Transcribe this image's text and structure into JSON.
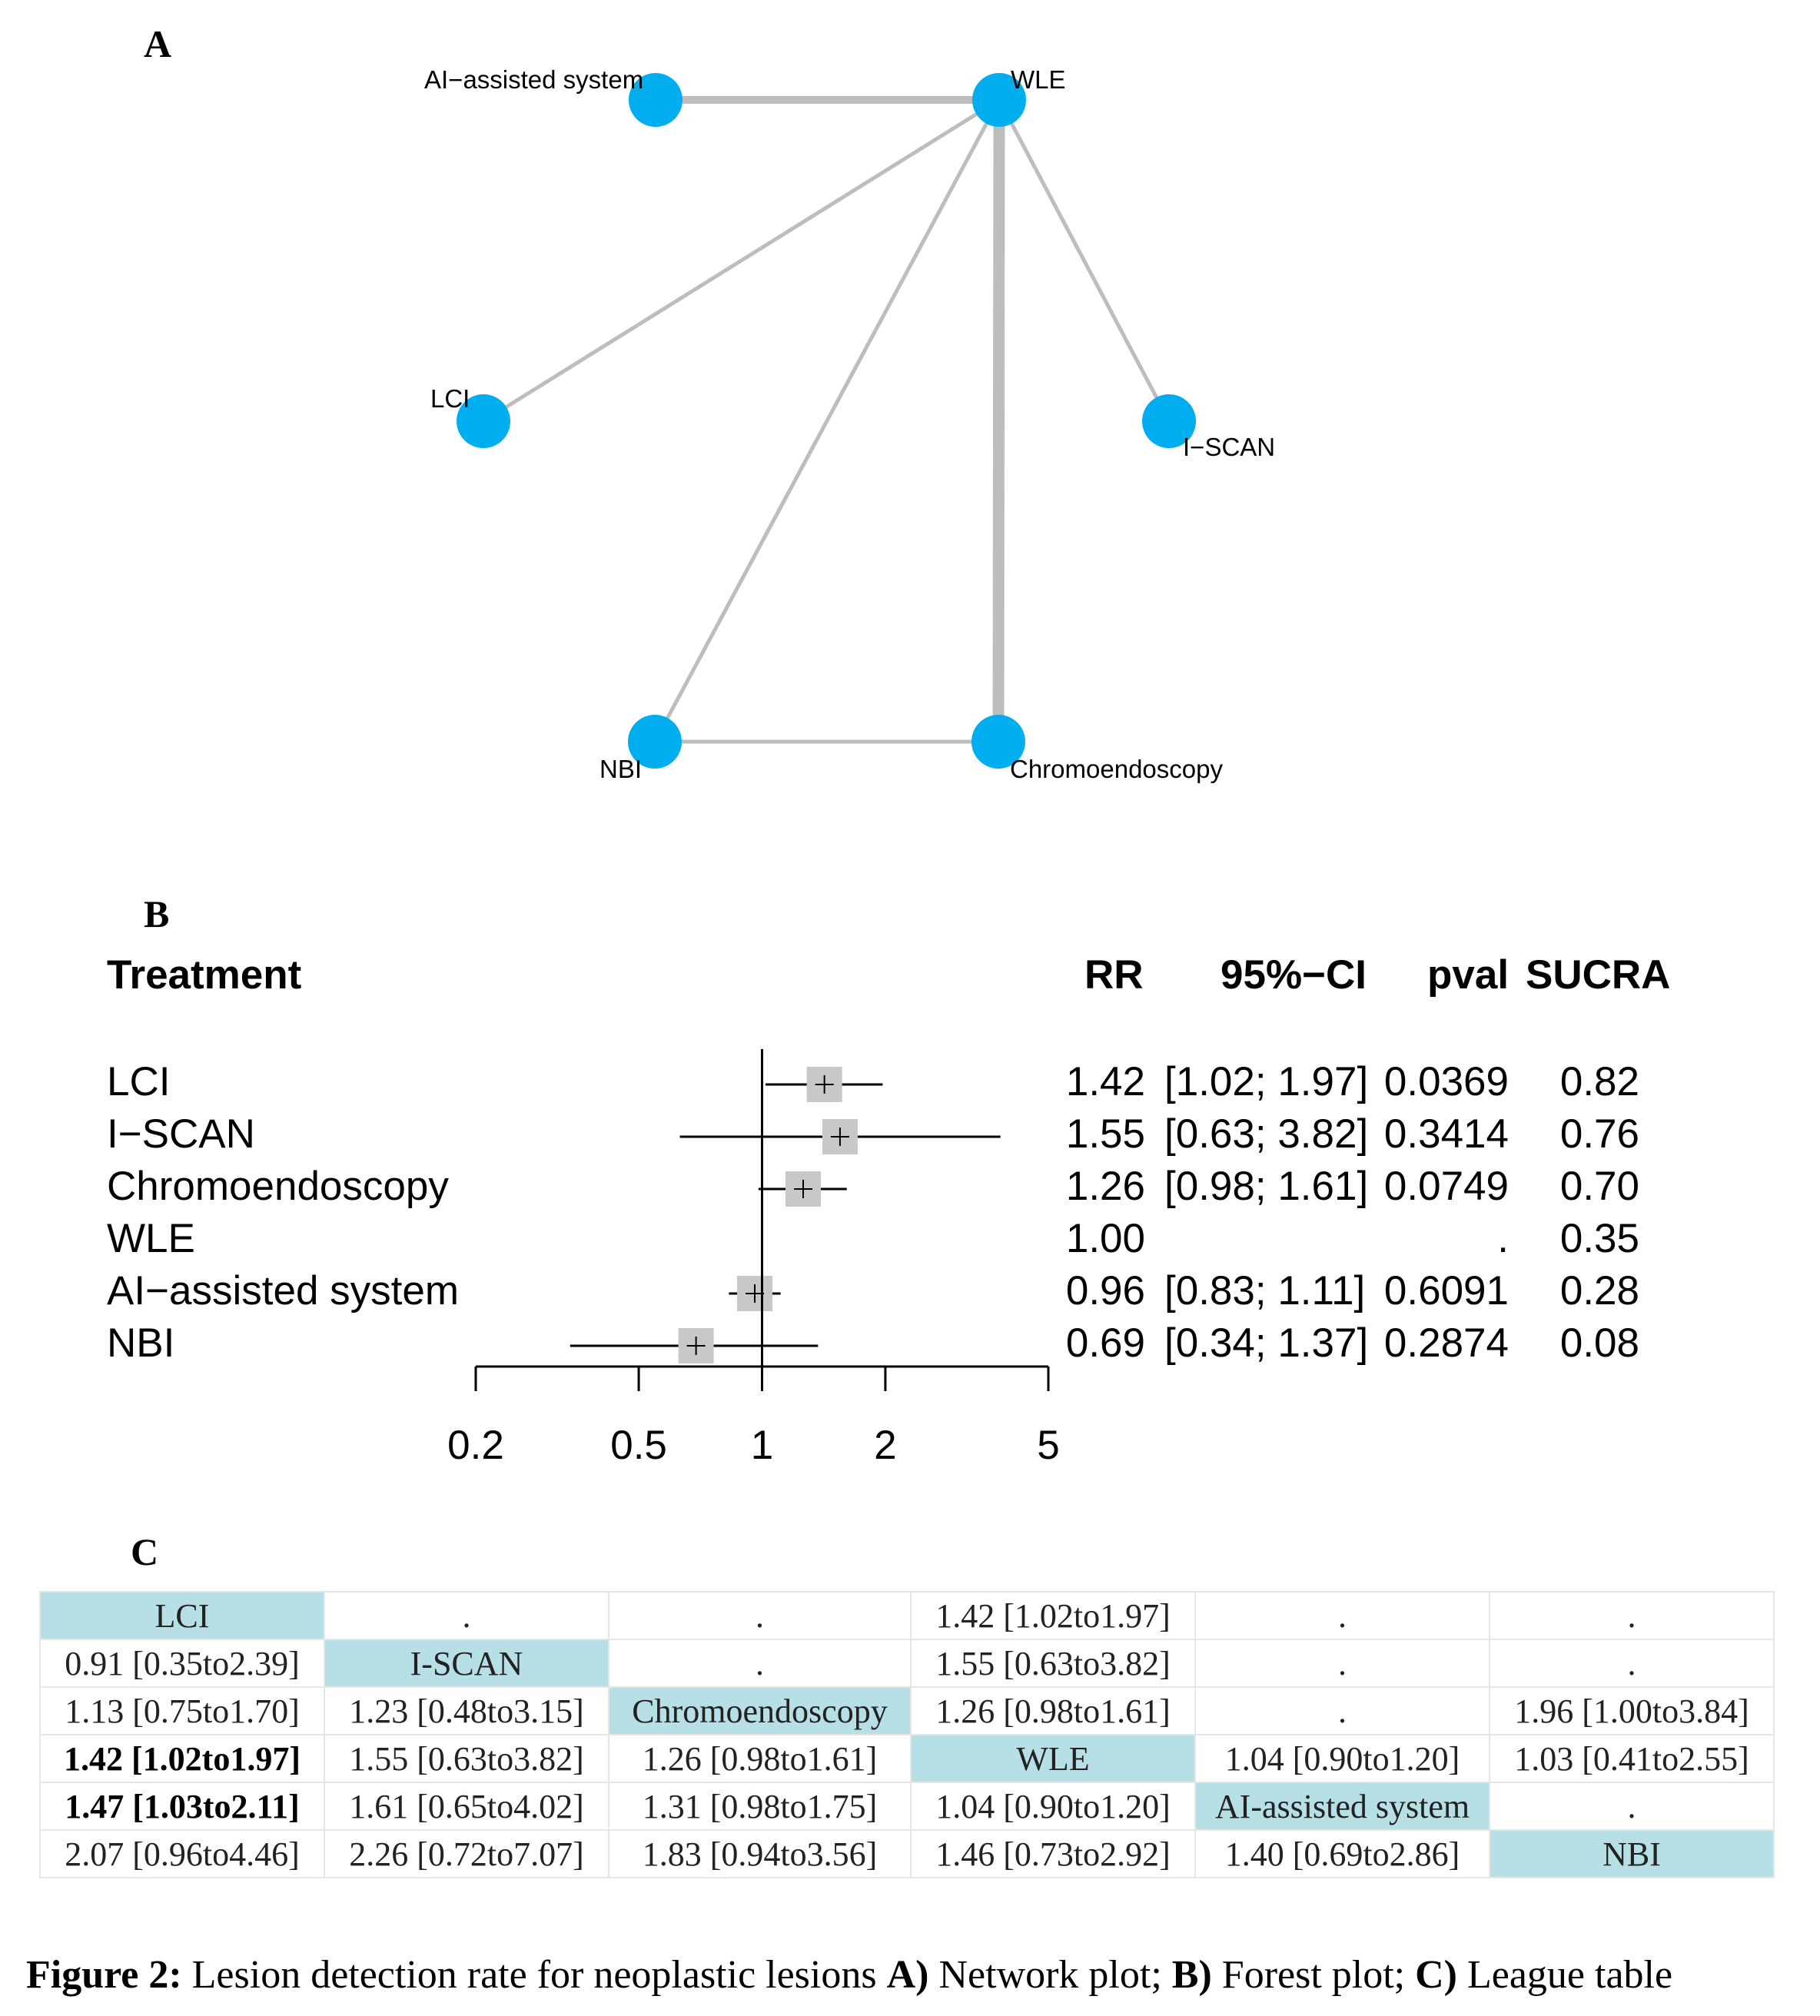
{
  "panels": {
    "a": "A",
    "b": "B",
    "c": "C"
  },
  "network": {
    "node_color": "#00aeef",
    "edge_color": "#bdbdbd",
    "nodes": [
      {
        "id": "ai",
        "label": "AI−assisted system"
      },
      {
        "id": "wle",
        "label": "WLE"
      },
      {
        "id": "lci",
        "label": "LCI"
      },
      {
        "id": "iscan",
        "label": "I−SCAN"
      },
      {
        "id": "nbi",
        "label": "NBI"
      },
      {
        "id": "chromo",
        "label": "Chromoendoscopy"
      }
    ],
    "edges": [
      {
        "from": "ai",
        "to": "wle",
        "weight": 2
      },
      {
        "from": "wle",
        "to": "lci",
        "weight": 1
      },
      {
        "from": "wle",
        "to": "iscan",
        "weight": 1
      },
      {
        "from": "wle",
        "to": "nbi",
        "weight": 1
      },
      {
        "from": "wle",
        "to": "chromo",
        "weight": 3
      },
      {
        "from": "nbi",
        "to": "chromo",
        "weight": 1
      }
    ]
  },
  "forest": {
    "headers": {
      "treatment": "Treatment",
      "rr": "RR",
      "ci": "95%−CI",
      "pval": "pval",
      "sucra": "SUCRA"
    },
    "rows": [
      {
        "treatment": "LCI",
        "rr": 1.42,
        "lo": 1.02,
        "hi": 1.97,
        "rr_text": "1.42",
        "ci_text": "[1.02; 1.97]",
        "pval": "0.0369",
        "sucra": "0.82"
      },
      {
        "treatment": "I−SCAN",
        "rr": 1.55,
        "lo": 0.63,
        "hi": 3.82,
        "rr_text": "1.55",
        "ci_text": "[0.63; 3.82]",
        "pval": "0.3414",
        "sucra": "0.76"
      },
      {
        "treatment": "Chromoendoscopy",
        "rr": 1.26,
        "lo": 0.98,
        "hi": 1.61,
        "rr_text": "1.26",
        "ci_text": "[0.98; 1.61]",
        "pval": "0.0749",
        "sucra": "0.70"
      },
      {
        "treatment": "WLE",
        "rr": 1.0,
        "lo": null,
        "hi": null,
        "rr_text": "1.00",
        "ci_text": "",
        "pval": ".",
        "sucra": "0.35"
      },
      {
        "treatment": "AI−assisted system",
        "rr": 0.96,
        "lo": 0.83,
        "hi": 1.11,
        "rr_text": "0.96",
        "ci_text": "[0.83; 1.11]",
        "pval": "0.6091",
        "sucra": "0.28"
      },
      {
        "treatment": "NBI",
        "rr": 0.69,
        "lo": 0.34,
        "hi": 1.37,
        "rr_text": "0.69",
        "ci_text": "[0.34; 1.37]",
        "pval": "0.2874",
        "sucra": "0.08"
      }
    ],
    "axis_ticks": [
      0.2,
      0.5,
      1,
      2,
      5
    ],
    "axis_tick_labels": [
      "0.2",
      "0.5",
      "1",
      "2",
      "5"
    ],
    "box_color": "#c8c8c8"
  },
  "chart_data": {
    "type": "scatter",
    "title": "",
    "xlabel": "",
    "ylabel": "",
    "x_scale": "log",
    "xlim": [
      0.2,
      5
    ],
    "categories": [
      "LCI",
      "I−SCAN",
      "Chromoendoscopy",
      "WLE",
      "AI−assisted system",
      "NBI"
    ],
    "series": [
      {
        "name": "RR",
        "values": [
          1.42,
          1.55,
          1.26,
          1.0,
          0.96,
          0.69
        ]
      },
      {
        "name": "95%−CI lower",
        "values": [
          1.02,
          0.63,
          0.98,
          null,
          0.83,
          0.34
        ]
      },
      {
        "name": "95%−CI upper",
        "values": [
          1.97,
          3.82,
          1.61,
          null,
          1.11,
          1.37
        ]
      }
    ],
    "pval": [
      "0.0369",
      "0.3414",
      "0.0749",
      ".",
      "0.6091",
      "0.2874"
    ],
    "SUCRA": [
      0.82,
      0.76,
      0.7,
      0.35,
      0.28,
      0.08
    ]
  },
  "league": {
    "diag_color": "#b7dfe6",
    "rows": [
      [
        {
          "t": "LCI",
          "d": true
        },
        {
          "t": "."
        },
        {
          "t": "."
        },
        {
          "t": "1.42 [1.02to1.97]"
        },
        {
          "t": "."
        },
        {
          "t": "."
        }
      ],
      [
        {
          "t": "0.91 [0.35to2.39]"
        },
        {
          "t": "I-SCAN",
          "d": true
        },
        {
          "t": "."
        },
        {
          "t": "1.55 [0.63to3.82]"
        },
        {
          "t": "."
        },
        {
          "t": "."
        }
      ],
      [
        {
          "t": "1.13 [0.75to1.70]"
        },
        {
          "t": "1.23 [0.48to3.15]"
        },
        {
          "t": "Chromoendoscopy",
          "d": true
        },
        {
          "t": "1.26 [0.98to1.61]"
        },
        {
          "t": "."
        },
        {
          "t": "1.96 [1.00to3.84]"
        }
      ],
      [
        {
          "t": "1.42 [1.02to1.97]",
          "b": true
        },
        {
          "t": "1.55 [0.63to3.82]"
        },
        {
          "t": "1.26 [0.98to1.61]"
        },
        {
          "t": "WLE",
          "d": true
        },
        {
          "t": "1.04 [0.90to1.20]"
        },
        {
          "t": "1.03 [0.41to2.55]"
        }
      ],
      [
        {
          "t": "1.47 [1.03to2.11]",
          "b": true
        },
        {
          "t": "1.61 [0.65to4.02]"
        },
        {
          "t": "1.31 [0.98to1.75]"
        },
        {
          "t": "1.04 [0.90to1.20]"
        },
        {
          "t": "AI-assisted system",
          "d": true
        },
        {
          "t": "."
        }
      ],
      [
        {
          "t": "2.07 [0.96to4.46]"
        },
        {
          "t": "2.26 [0.72to7.07]"
        },
        {
          "t": "1.83 [0.94to3.56]"
        },
        {
          "t": "1.46 [0.73to2.92]"
        },
        {
          "t": "1.40 [0.69to2.86]"
        },
        {
          "t": "NBI",
          "d": true
        }
      ]
    ]
  },
  "caption": {
    "fig": "Figure 2:",
    "text1": " Lesion detection rate for neoplastic lesions ",
    "a": "A)",
    "text2": " Network plot; ",
    "b": "B)",
    "text3": " Forest plot; ",
    "c": "C)",
    "text4": " League table"
  }
}
